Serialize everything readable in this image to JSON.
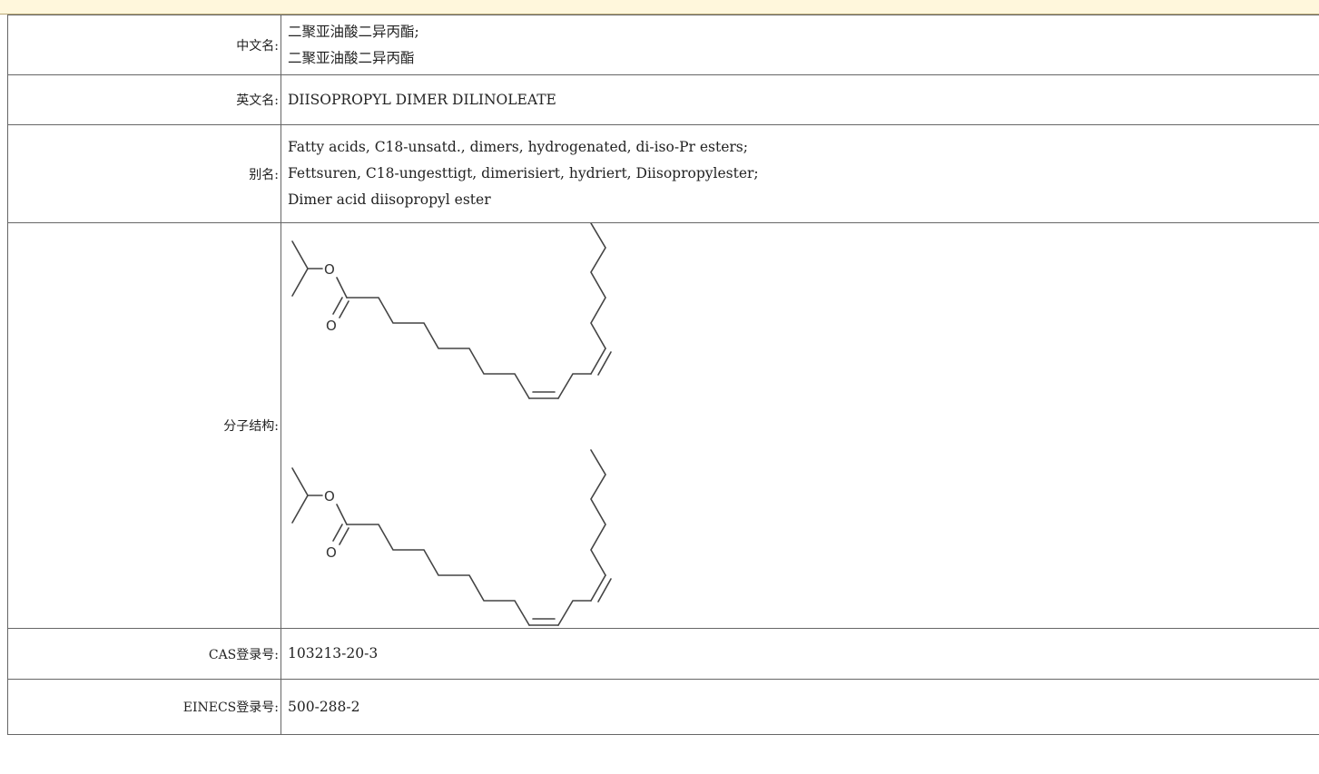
{
  "rows": {
    "chinese_name": {
      "label": "中文名:",
      "lines": [
        "二聚亚油酸二异丙酯;",
        "二聚亚油酸二异丙酯"
      ]
    },
    "english_name": {
      "label": "英文名:",
      "value": "DIISOPROPYL DIMER DILINOLEATE"
    },
    "alias": {
      "label": "别名:",
      "lines": [
        "Fatty acids, C18-unsatd., dimers, hydrogenated, di-iso-Pr esters;",
        "Fettsuren, C18-ungesttigt, dimerisiert, hydriert, Diisopropylester;",
        "Dimer acid diisopropyl ester"
      ]
    },
    "structure": {
      "label": "分子结构:",
      "atom_labels": [
        "O",
        "O",
        "O",
        "O"
      ]
    },
    "cas": {
      "label": "CAS登录号:",
      "value": "103213-20-3"
    },
    "einecs": {
      "label": "EINECS登录号:",
      "value": "500-288-2"
    }
  }
}
